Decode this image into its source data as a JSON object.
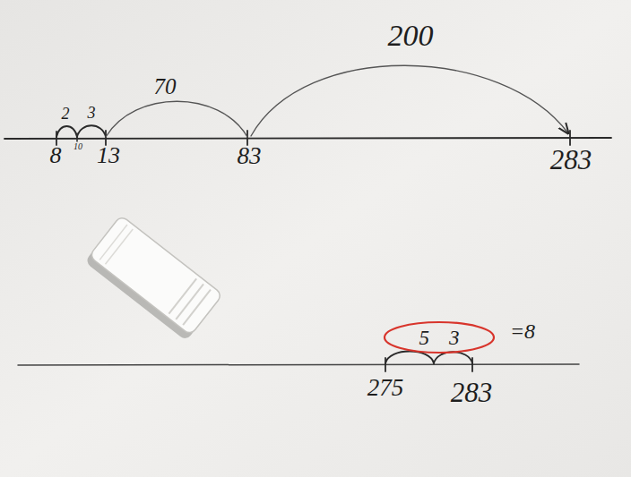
{
  "diagram": {
    "nodes": [
      {
        "text": [
          "5",
          "3"
        ]
      }
    ],
    "edges": [],
    "labels": [
      "200",
      "70",
      "2",
      "3",
      "8",
      "10",
      "13",
      "83",
      "283",
      "=8",
      "275",
      "283"
    ]
  }
}
